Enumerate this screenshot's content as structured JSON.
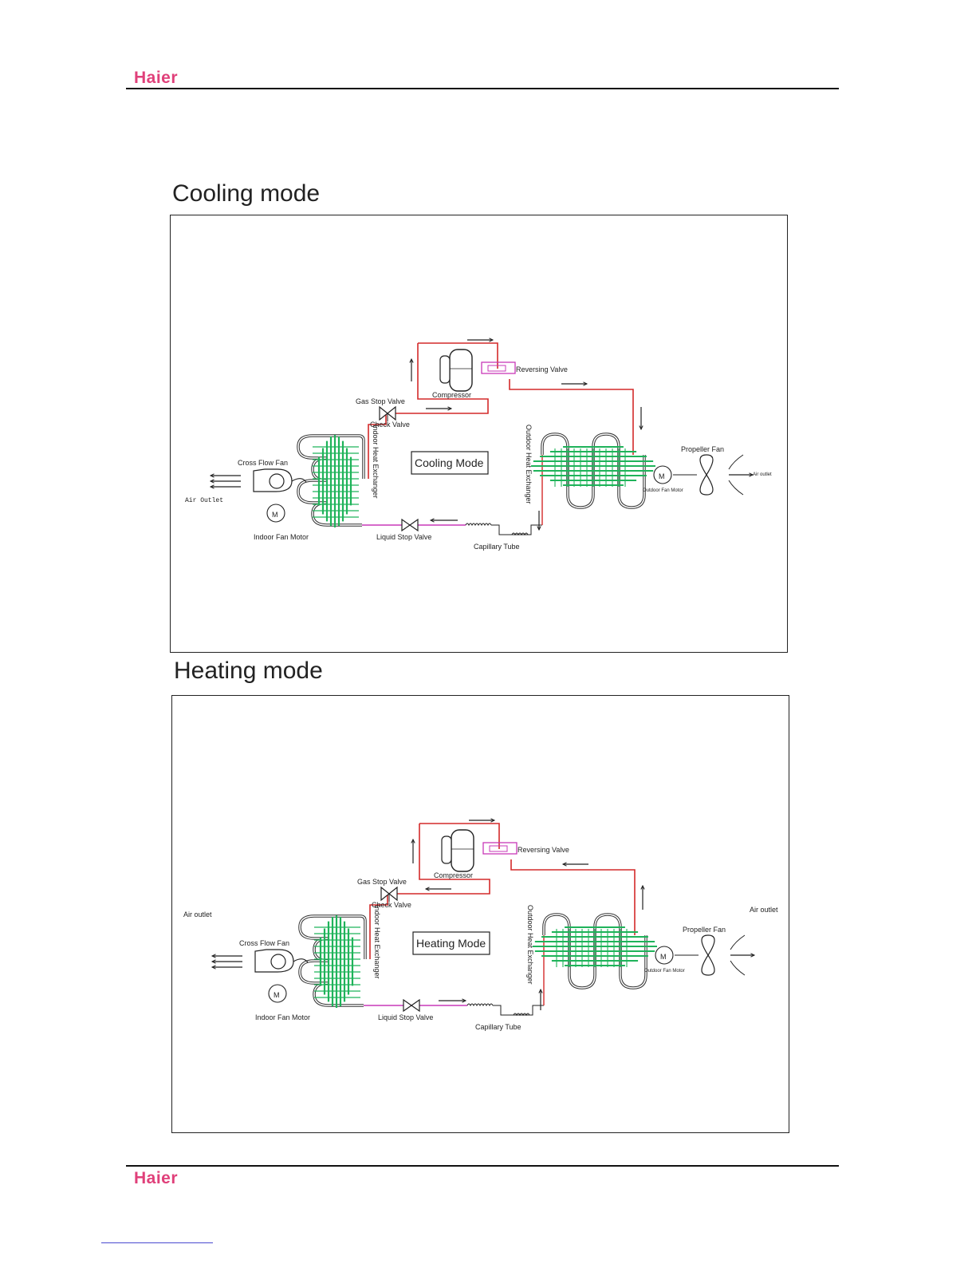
{
  "brand": {
    "name": "Haier"
  },
  "sections": [
    {
      "id": "cooling",
      "title": "Cooling mode",
      "mode_label": "Cooling Mode",
      "labels": {
        "compressor": "Compressor",
        "reversing_valve": "Reversing Valve",
        "gas_stop_valve": "Gas Stop Valve",
        "check_valve": "Check Valve",
        "indoor_heat_exchanger": "Indoor Heat Exchanger",
        "outdoor_heat_exchanger": "Outdoor Heat Exchanger",
        "cross_flow_fan": "Cross Flow Fan",
        "air_outlet_left": "Air Outlet",
        "indoor_fan_motor": "Indoor Fan Motor",
        "liquid_stop_valve": "Liquid Stop Valve",
        "capillary_tube": "Capillary Tube",
        "propeller_fan": "Propeller Fan",
        "outdoor_fan_motor": "Outdoor Fan Motor",
        "air_outlet_right": "Air outlet",
        "motor_symbol": "M"
      }
    },
    {
      "id": "heating",
      "title": "Heating mode",
      "mode_label": "Heating Mode",
      "labels": {
        "compressor": "Compressor",
        "reversing_valve": "Reversing Valve",
        "gas_stop_valve": "Gas Stop Valve",
        "check_valve": "Check Valve",
        "indoor_heat_exchanger": "Indoor Heat Exchanger",
        "outdoor_heat_exchanger": "Outdoor Heat Exchanger",
        "cross_flow_fan": "Cross Flow Fan",
        "air_outlet_left": "Air outlet",
        "indoor_fan_motor": "Indoor Fan Motor",
        "liquid_stop_valve": "Liquid Stop Valve",
        "capillary_tube": "Capillary Tube",
        "propeller_fan": "Propeller Fan",
        "outdoor_fan_motor": "Outdoor Fan Motor",
        "air_outlet_right": "Air outlet",
        "motor_symbol": "M"
      }
    }
  ],
  "colors": {
    "refrigerant_line": "#d42a2a",
    "liquid_line": "#c838b8",
    "coil_fins": "#1fb35a",
    "tube": "#333333",
    "brand": "#e0407a"
  }
}
